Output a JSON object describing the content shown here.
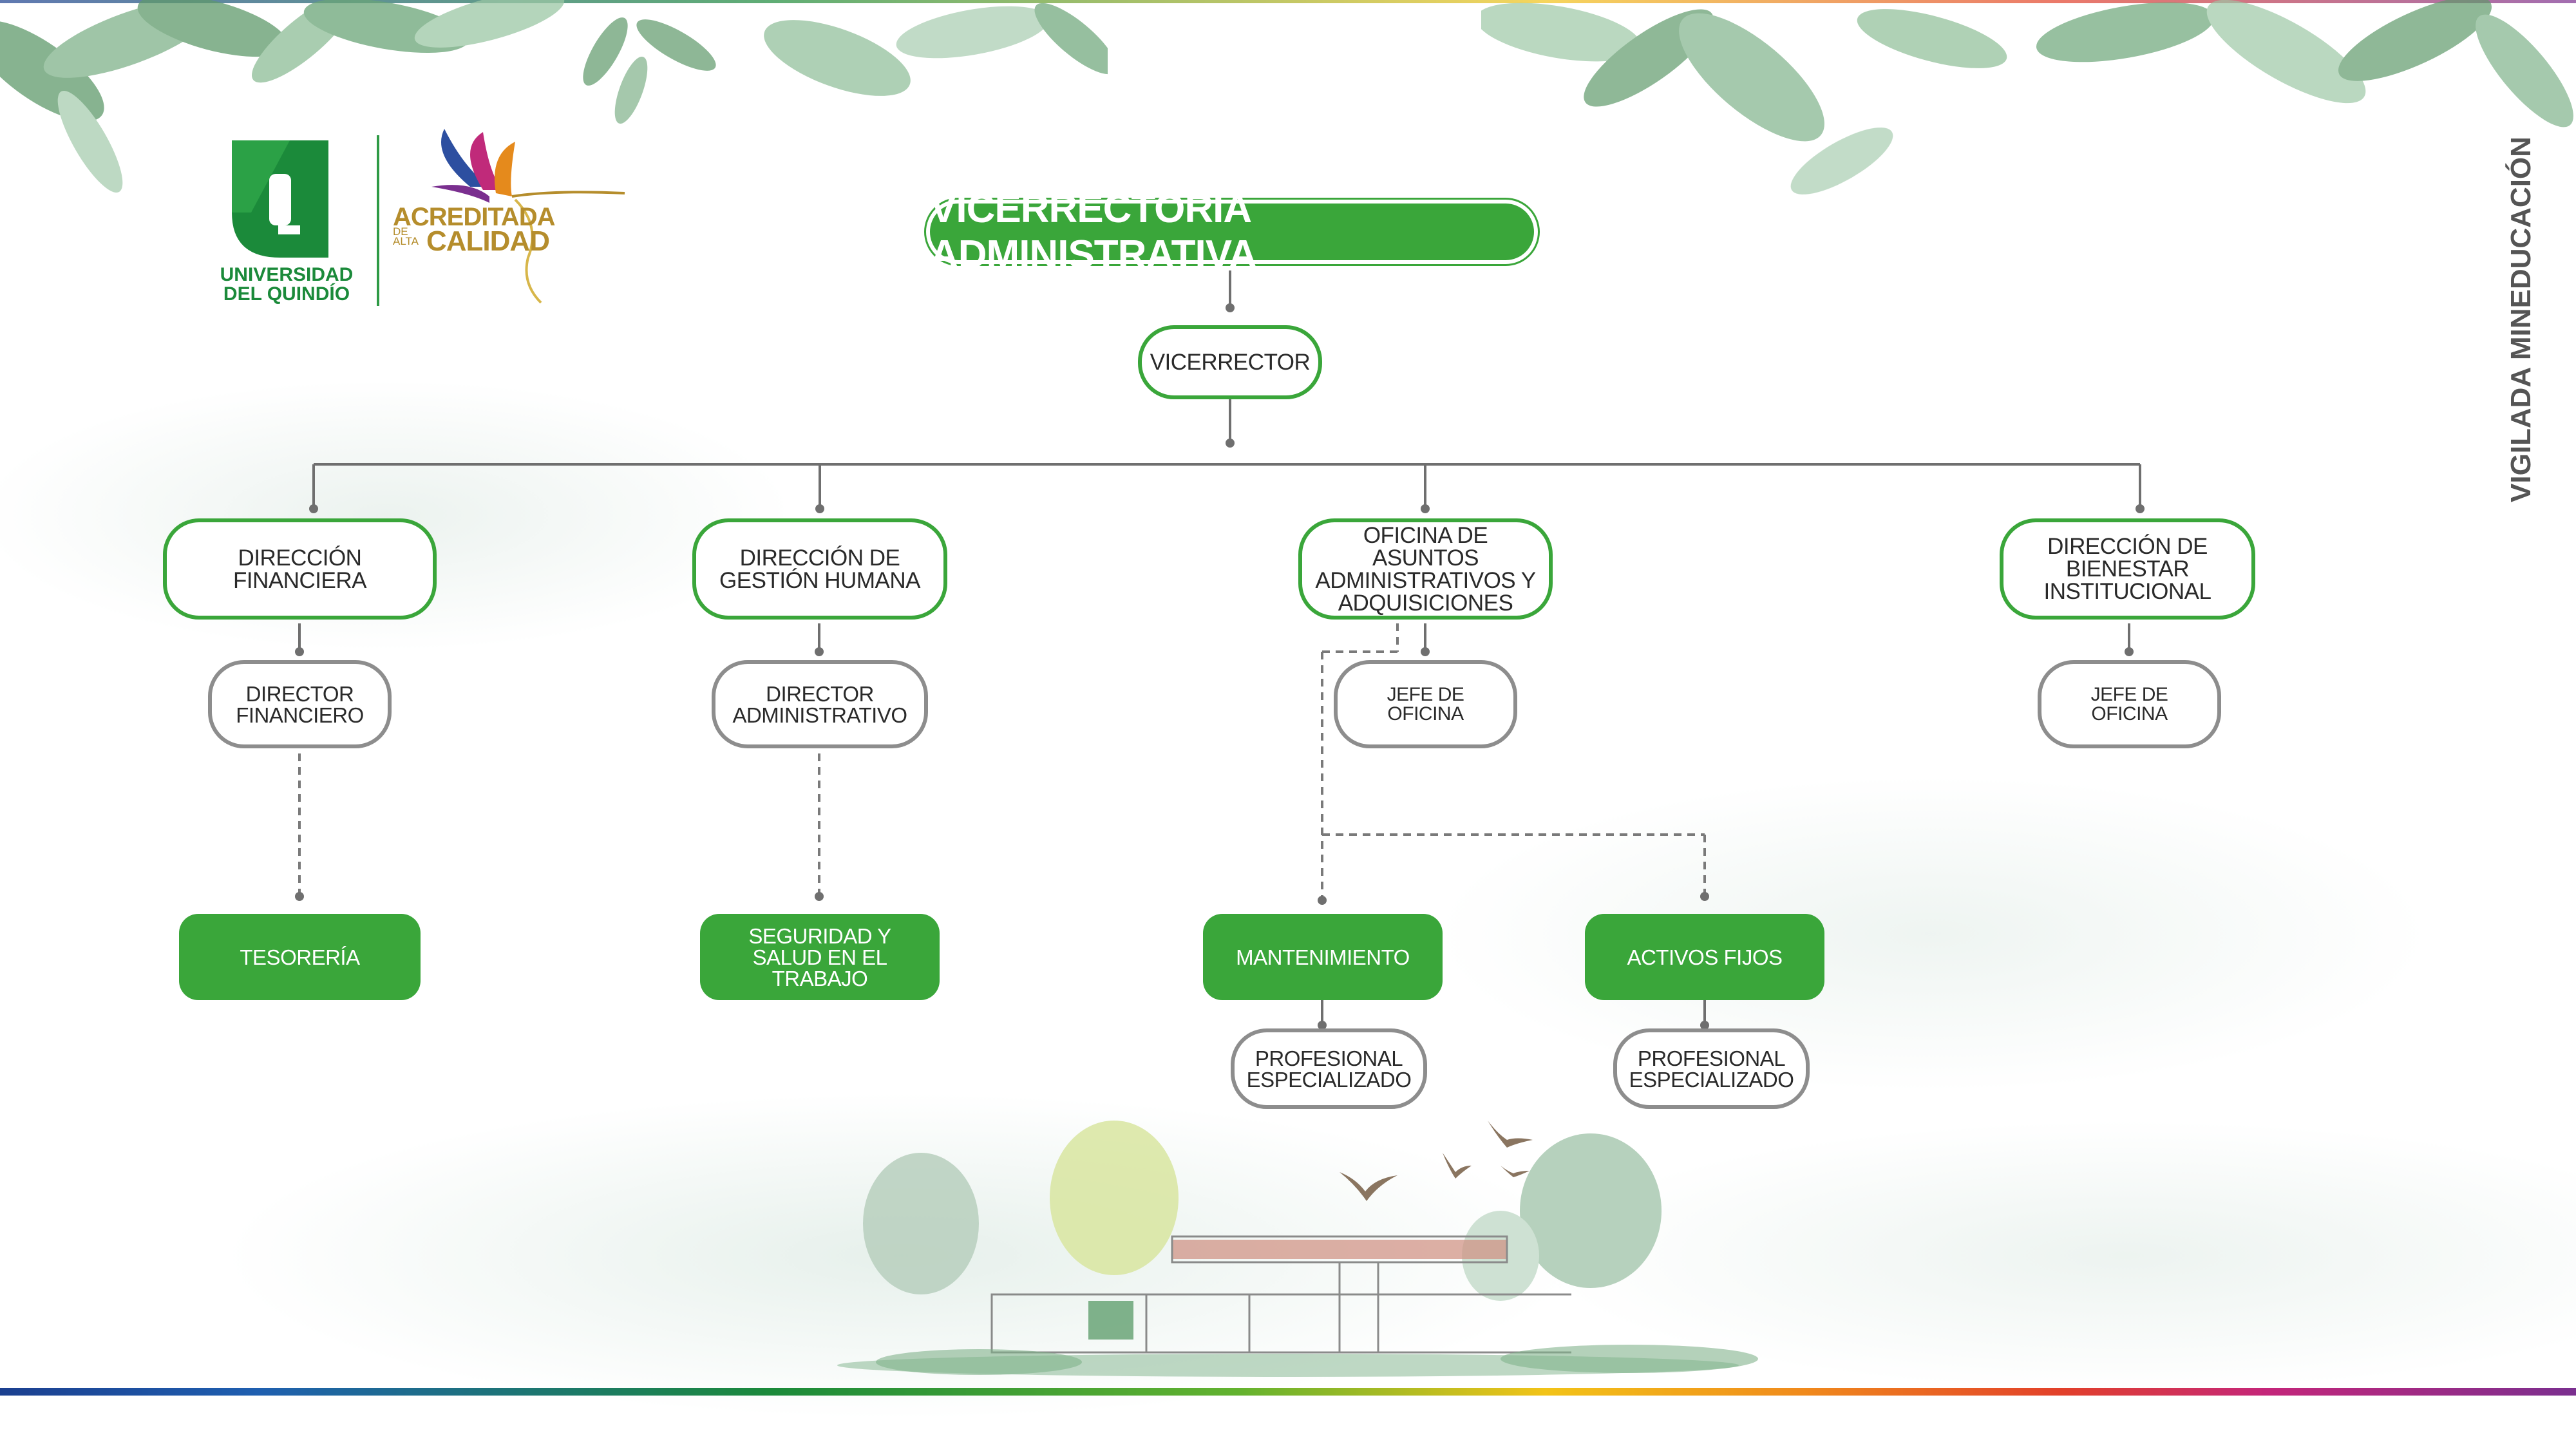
{
  "header": {
    "title": "VICERRECTORÍA ADMINISTRATIVA",
    "vigilada": "VIGILADA MINEDUCACIÓN"
  },
  "logo": {
    "university_line1": "UNIVERSIDAD",
    "university_line2": "DEL QUINDÍO",
    "accreditation_line1": "ACREDITADA",
    "accreditation_small": "DE ALTA",
    "accreditation_line2": "CALIDAD"
  },
  "nodes": {
    "vicerrector": "VICERRECTOR",
    "dir_financiera": [
      "DIRECCIÓN",
      "FINANCIERA"
    ],
    "director_financiero": [
      "DIRECTOR",
      "FINANCIERO"
    ],
    "tesoreria": "TESORERÍA",
    "dir_gestion_humana": [
      "DIRECCIÓN DE",
      "GESTIÓN HUMANA"
    ],
    "director_administrativo": [
      "DIRECTOR",
      "ADMINISTRATIVO"
    ],
    "seguridad_salud": [
      "SEGURIDAD Y",
      "SALUD EN EL",
      "TRABAJO"
    ],
    "oficina_asuntos": [
      "OFICINA DE ASUNTOS",
      "ADMINISTRATIVOS Y",
      "ADQUISICIONES"
    ],
    "jefe_oficina_1": [
      "JEFE DE",
      "OFICINA"
    ],
    "mantenimiento": "MANTENIMIENTO",
    "profesional_1": [
      "PROFESIONAL",
      "ESPECIALIZADO"
    ],
    "activos_fijos": "ACTIVOS FIJOS",
    "profesional_2": [
      "PROFESIONAL",
      "ESPECIALIZADO"
    ],
    "dir_bienestar": [
      "DIRECCIÓN DE",
      "BIENESTAR",
      "INSTITUCIONAL"
    ],
    "jefe_oficina_2": [
      "JEFE DE",
      "OFICINA"
    ]
  },
  "colors": {
    "primary_green": "#3aa63a",
    "outline_gray": "#8d8d8d",
    "connector_gray": "#6f6f6f",
    "text_dark": "#2a2a2a"
  }
}
